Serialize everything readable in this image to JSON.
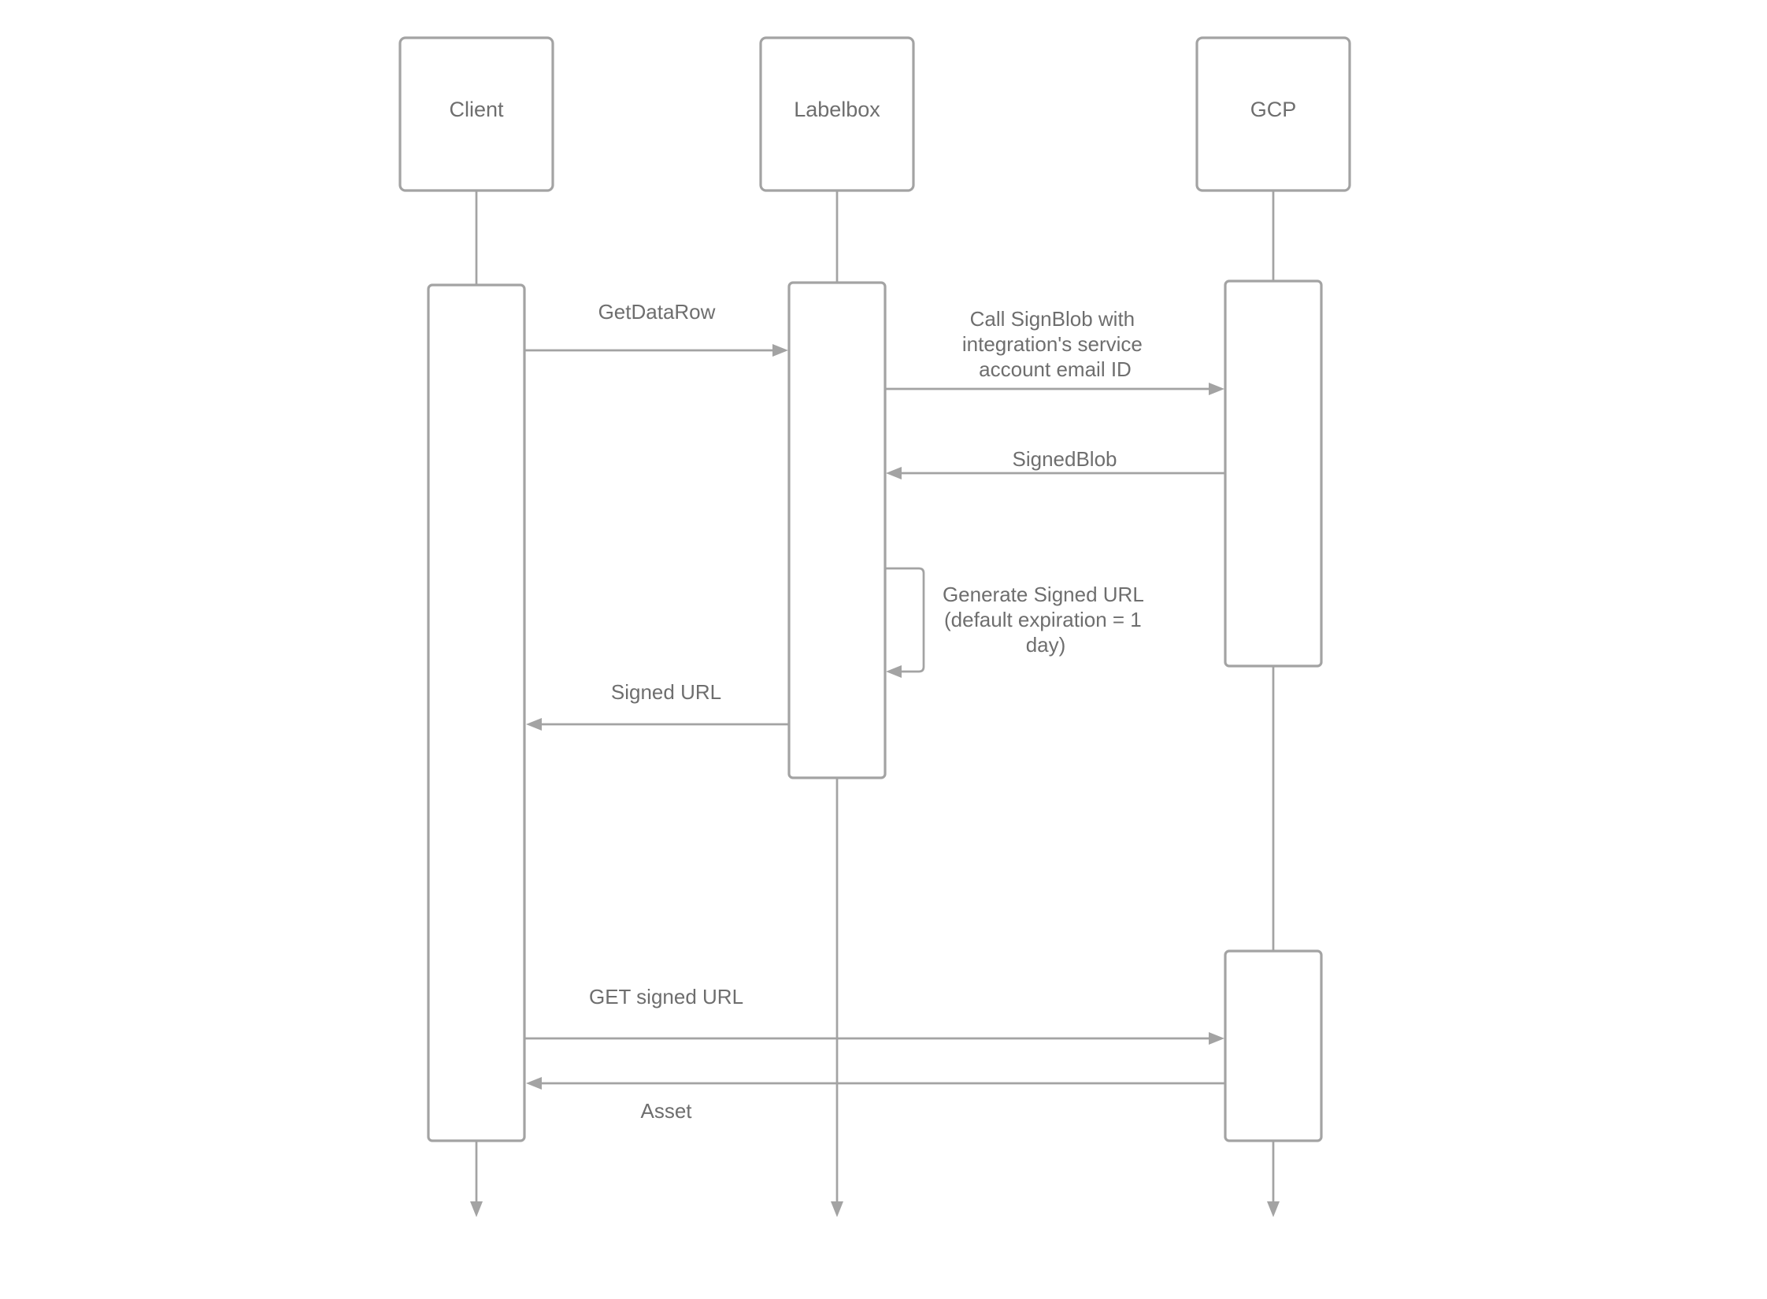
{
  "participants": [
    {
      "id": "client",
      "label": "Client"
    },
    {
      "id": "labelbox",
      "label": "Labelbox"
    },
    {
      "id": "gcp",
      "label": "GCP"
    }
  ],
  "messages": [
    {
      "id": "getdatarow",
      "from": "client",
      "to": "labelbox",
      "lines": [
        "GetDataRow"
      ]
    },
    {
      "id": "signblob",
      "from": "labelbox",
      "to": "gcp",
      "lines": [
        "Call SignBlob with",
        "integration's service",
        "account email ID"
      ]
    },
    {
      "id": "signedblob",
      "from": "gcp",
      "to": "labelbox",
      "lines": [
        "SignedBlob"
      ]
    },
    {
      "id": "generate",
      "from": "labelbox",
      "to": "labelbox",
      "lines": [
        "Generate Signed URL",
        "(default expiration = 1",
        "day)"
      ]
    },
    {
      "id": "signedurl",
      "from": "labelbox",
      "to": "client",
      "lines": [
        "Signed URL"
      ]
    },
    {
      "id": "getsigned",
      "from": "client",
      "to": "gcp",
      "lines": [
        "GET signed URL"
      ]
    },
    {
      "id": "asset",
      "from": "gcp",
      "to": "client",
      "lines": [
        "Asset"
      ]
    }
  ]
}
